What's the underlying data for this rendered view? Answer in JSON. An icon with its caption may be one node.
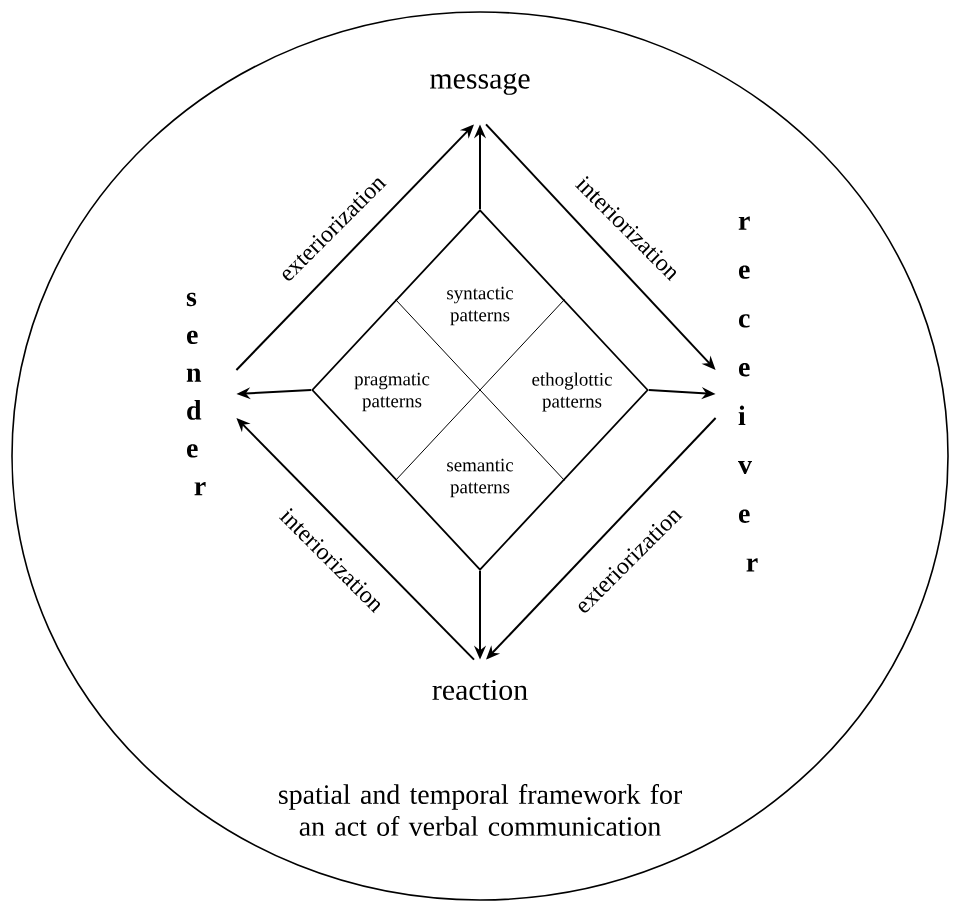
{
  "diagram": {
    "nodes": [
      {
        "text": [
          "spatial and temporal framework for an act of verbal communication"
        ]
      },
      {
        "text": [
          "message"
        ],
        "in": 0
      },
      {
        "text": [
          "sender"
        ],
        "in": 0
      },
      {
        "text": [
          "receiver"
        ],
        "in": 0
      },
      {
        "text": [],
        "shape": "diamond",
        "in": 0
      },
      {
        "text": [
          "syntactic patterns"
        ],
        "in": 4
      },
      {
        "text": [
          "pragmatic patterns"
        ],
        "in": 4
      },
      {
        "text": [
          "ethoglottic patterns"
        ],
        "in": 4
      },
      {
        "text": [
          "semantic patterns"
        ],
        "in": 4
      },
      {
        "text": [
          "reaction"
        ],
        "in": 0
      }
    ],
    "edges": [
      {
        "from": 2,
        "to": 1,
        "arrow": "to",
        "label": "exteriorization"
      },
      {
        "from": 1,
        "to": 3,
        "arrow": "to",
        "label": "interiorization"
      },
      {
        "from": 3,
        "to": 9,
        "arrow": "to",
        "label": "exteriorization"
      },
      {
        "from": 9,
        "to": 2,
        "arrow": "to",
        "label": "interiorization"
      },
      {
        "from": 4,
        "to": 1,
        "arrow": "to"
      },
      {
        "from": 4,
        "to": 2,
        "arrow": "to"
      },
      {
        "from": 4,
        "to": 3,
        "arrow": "to"
      },
      {
        "from": 4,
        "to": 9,
        "arrow": "to"
      }
    ]
  }
}
